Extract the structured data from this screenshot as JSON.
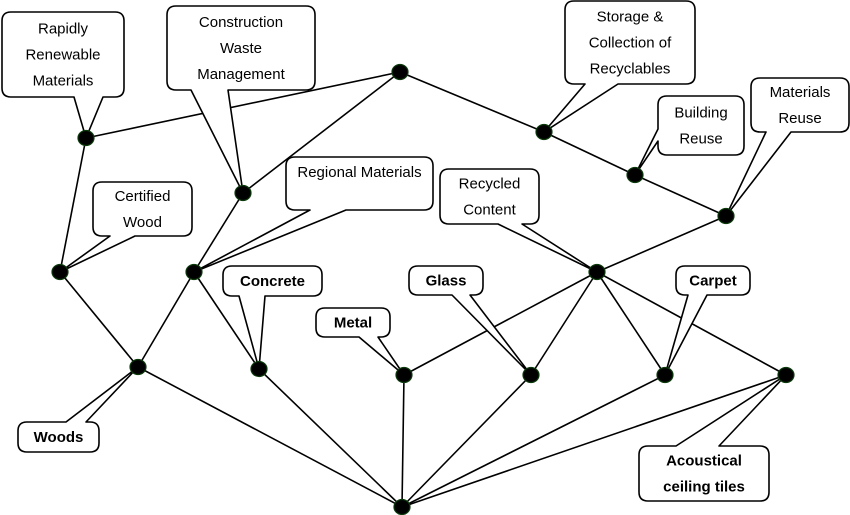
{
  "diagram": {
    "title": "",
    "nodes": [
      {
        "id": "n_top",
        "label": ""
      },
      {
        "id": "n_rapid",
        "label": "Rapidly Renewable Materials"
      },
      {
        "id": "n_cwm",
        "label": "Construction Waste Management"
      },
      {
        "id": "n_storage",
        "label": "Storage & Collection of Recyclables"
      },
      {
        "id": "n_building",
        "label": "Building Reuse"
      },
      {
        "id": "n_matreuse",
        "label": "Materials Reuse"
      },
      {
        "id": "n_certwood",
        "label": "Certified Wood"
      },
      {
        "id": "n_regional",
        "label": "Regional Materials"
      },
      {
        "id": "n_recycled",
        "label": "Recycled Content"
      },
      {
        "id": "n_woods",
        "label": "Woods"
      },
      {
        "id": "n_concrete",
        "label": "Concrete"
      },
      {
        "id": "n_metal",
        "label": "Metal"
      },
      {
        "id": "n_glass",
        "label": "Glass"
      },
      {
        "id": "n_carpet",
        "label": "Carpet"
      },
      {
        "id": "n_acoustic",
        "label": "Acoustical ceiling tiles"
      },
      {
        "id": "n_bottom",
        "label": ""
      }
    ],
    "edges": [
      [
        "n_top",
        "n_rapid"
      ],
      [
        "n_top",
        "n_cwm"
      ],
      [
        "n_top",
        "n_storage"
      ],
      [
        "n_storage",
        "n_building"
      ],
      [
        "n_building",
        "n_matreuse"
      ],
      [
        "n_rapid",
        "n_certwood"
      ],
      [
        "n_cwm",
        "n_regional"
      ],
      [
        "n_matreuse",
        "n_recycled"
      ],
      [
        "n_certwood",
        "n_woods"
      ],
      [
        "n_regional",
        "n_woods"
      ],
      [
        "n_regional",
        "n_concrete"
      ],
      [
        "n_recycled",
        "n_metal"
      ],
      [
        "n_recycled",
        "n_glass"
      ],
      [
        "n_recycled",
        "n_carpet"
      ],
      [
        "n_recycled",
        "n_acoustic"
      ],
      [
        "n_woods",
        "n_bottom"
      ],
      [
        "n_concrete",
        "n_bottom"
      ],
      [
        "n_metal",
        "n_bottom"
      ],
      [
        "n_glass",
        "n_bottom"
      ],
      [
        "n_carpet",
        "n_bottom"
      ],
      [
        "n_acoustic",
        "n_bottom"
      ]
    ],
    "callouts": [
      {
        "node": "n_rapid",
        "lines": [
          "Rapidly",
          "Renewable",
          "Materials"
        ],
        "bold": false
      },
      {
        "node": "n_cwm",
        "lines": [
          "Construction",
          "Waste",
          "Management"
        ],
        "bold": false
      },
      {
        "node": "n_storage",
        "lines": [
          "Storage &",
          "Collection of",
          "Recyclables"
        ],
        "bold": false
      },
      {
        "node": "n_building",
        "lines": [
          "Building",
          "Reuse"
        ],
        "bold": false
      },
      {
        "node": "n_matreuse",
        "lines": [
          "Materials",
          "Reuse"
        ],
        "bold": false
      },
      {
        "node": "n_certwood",
        "lines": [
          "Certified",
          "Wood"
        ],
        "bold": false
      },
      {
        "node": "n_regional",
        "lines": [
          "Regional Materials"
        ],
        "bold": false
      },
      {
        "node": "n_recycled",
        "lines": [
          "Recycled",
          "Content"
        ],
        "bold": false
      },
      {
        "node": "n_concrete",
        "lines": [
          "Concrete"
        ],
        "bold": true
      },
      {
        "node": "n_metal",
        "lines": [
          "Metal"
        ],
        "bold": true
      },
      {
        "node": "n_glass",
        "lines": [
          "Glass"
        ],
        "bold": true
      },
      {
        "node": "n_carpet",
        "lines": [
          "Carpet"
        ],
        "bold": true
      },
      {
        "node": "n_woods",
        "lines": [
          "Woods"
        ],
        "bold": true
      },
      {
        "node": "n_acoustic",
        "lines": [
          "Acoustical",
          "ceiling tiles"
        ],
        "bold": true
      }
    ]
  }
}
